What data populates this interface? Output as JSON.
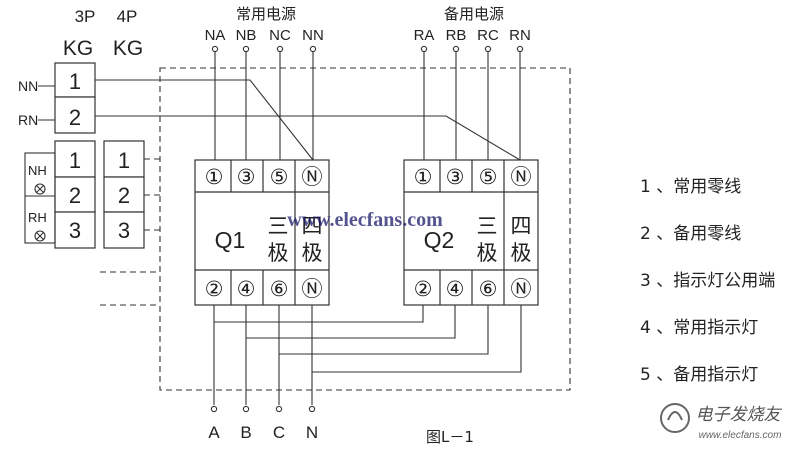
{
  "header": {
    "col_3p": "3P",
    "col_4p": "4P",
    "kg_3p": "KG",
    "kg_4p": "KG",
    "normal_power": "常用电源",
    "backup_power": "备用电源"
  },
  "normal_terminals": [
    "NA",
    "NB",
    "NC",
    "NN"
  ],
  "backup_terminals": [
    "RA",
    "RB",
    "RC",
    "RN"
  ],
  "side_labels": {
    "nn": "NN",
    "rn": "RN",
    "nh": "NH",
    "rh": "RH"
  },
  "kg_top": [
    "1",
    "2"
  ],
  "kg_3p": [
    "1",
    "2",
    "3"
  ],
  "kg_4p": [
    "1",
    "2",
    "3"
  ],
  "q1": {
    "name": "Q1",
    "poles": "三",
    "pole_unit": "极",
    "top_terms": [
      "①",
      "③",
      "⑤",
      "Ⓝ"
    ],
    "bottom_terms": [
      "②",
      "④",
      "⑥",
      "Ⓝ"
    ]
  },
  "q2": {
    "name": "Q2",
    "poles": "四",
    "pole_unit": "极",
    "top_terms": [
      "①",
      "③",
      "⑤",
      "Ⓝ"
    ],
    "bottom_terms": [
      "②",
      "④",
      "⑥",
      "Ⓝ"
    ]
  },
  "outputs": [
    "A",
    "B",
    "C",
    "N"
  ],
  "figure_label": "图L－1",
  "watermark": "www.elecfans.com",
  "logo_text": "电子发烧友",
  "logo_url": "www.elecfans.com",
  "legend": [
    "1 、常用零线",
    "2 、备用零线",
    "3 、指示灯公用端",
    "4 、常用指示灯",
    "5 、备用指示灯"
  ]
}
